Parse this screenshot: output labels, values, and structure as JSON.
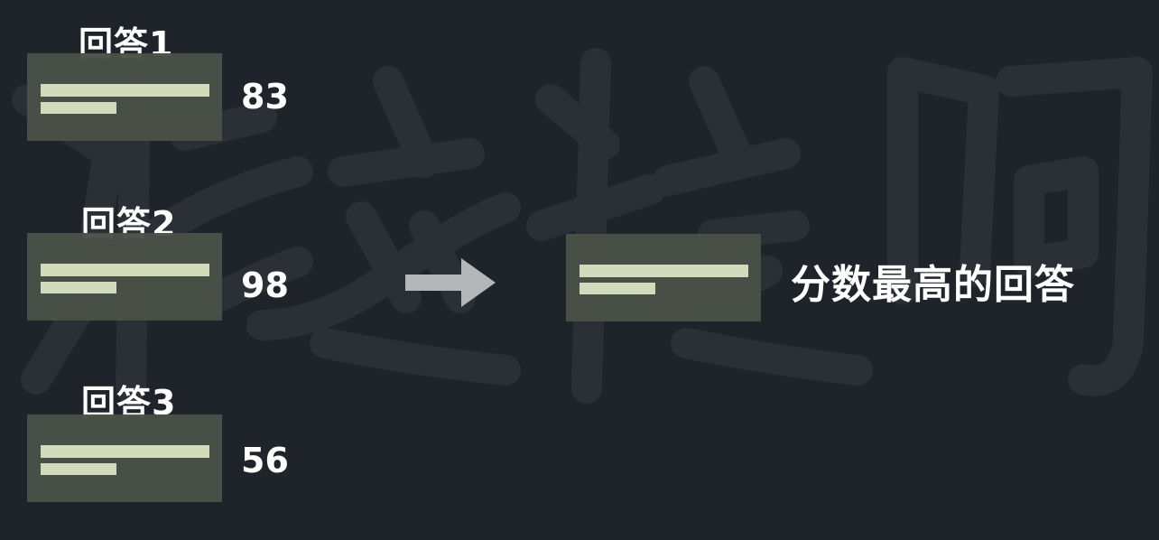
{
  "answers": [
    {
      "label": "回答1",
      "score": "83"
    },
    {
      "label": "回答2",
      "score": "98"
    },
    {
      "label": "回答3",
      "score": "56"
    }
  ],
  "result": {
    "label": "分数最高的回答"
  },
  "icons": {
    "arrow": "right-arrow-icon"
  },
  "colors": {
    "background": "#1f242a",
    "card": "#4a5148",
    "card_line": "#d8e2c1",
    "arrow": "#b4b7b7",
    "text": "#ffffff"
  }
}
